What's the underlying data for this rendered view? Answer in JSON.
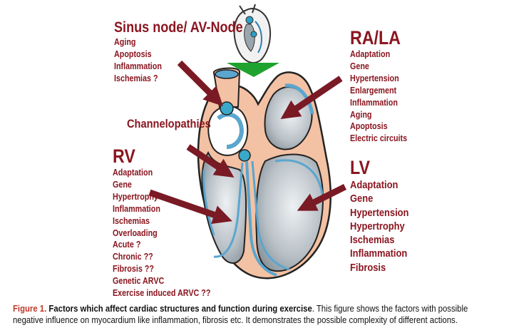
{
  "colors": {
    "label": "#8a1620",
    "arrow": "#7a1a24",
    "heart_wall": "#f3c1a3",
    "chamber": "#a9b3ba",
    "blue_conduction": "#5aa6cf",
    "green_arrow": "#1fa32e",
    "caption_number": "#c0392b"
  },
  "sinus": {
    "heading": "Sinus node/ AV-Node",
    "items": [
      "Aging",
      "Apoptosis",
      "Inflammation",
      "Ischemias ?"
    ]
  },
  "rala": {
    "heading": "RA/LA",
    "items": [
      "Adaptation",
      "Gene",
      "Hypertension",
      "Enlargement",
      "Inflammation",
      "Aging",
      "Apoptosis",
      "Electric circuits"
    ]
  },
  "channel": {
    "heading": "Channelopathies"
  },
  "rv": {
    "heading": "RV",
    "items": [
      "Adaptation",
      "Gene",
      "Hypertrophy",
      "Inflammation",
      "Ischemias",
      "Overloading",
      "Acute ?",
      "Chronic ??",
      "Fibrosis ??",
      "Genetic ARVC",
      "Exercise induced ARVC ??"
    ]
  },
  "lv": {
    "heading": "LV",
    "items": [
      "Adaptation",
      "Gene",
      "Hypertension",
      "Hypertrophy",
      "Ischemias",
      "Inflammation",
      "Fibrosis"
    ]
  },
  "caption": {
    "number": "Figure 1.",
    "title": "Factors which affect cardiac structures and function during exercise",
    "body": ". This figure shows the factors with possible negative influence on myocardium like inflammation, fibrosis etc. It demonstrates the possible complexity of different actions."
  }
}
